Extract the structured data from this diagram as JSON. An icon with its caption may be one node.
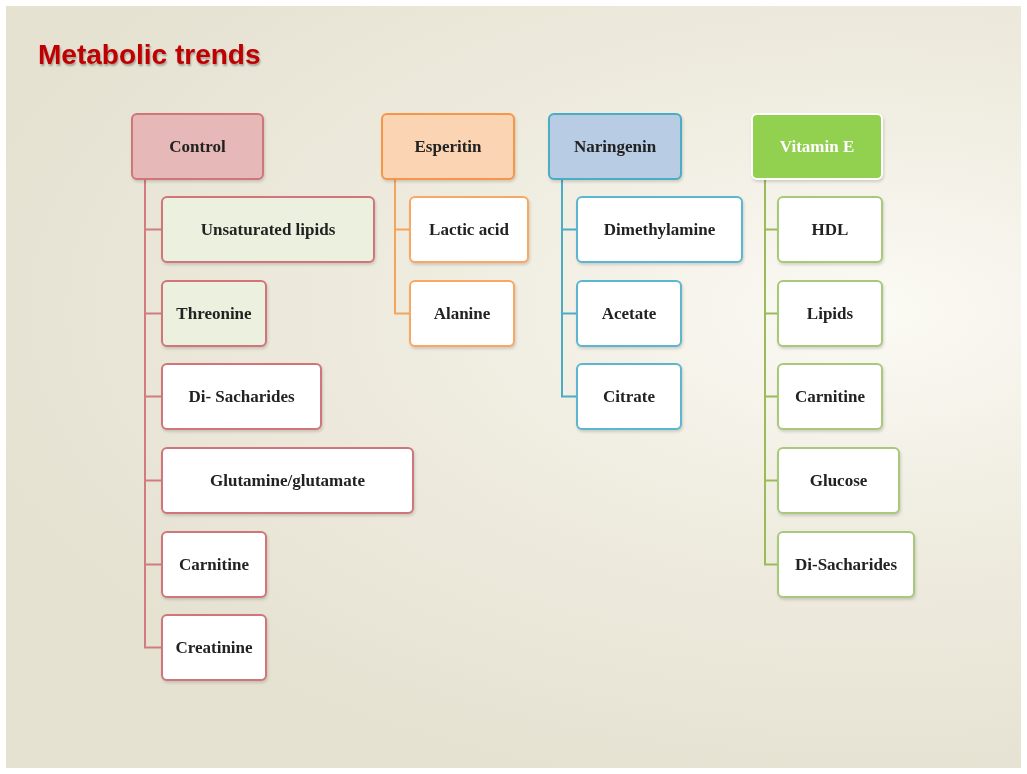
{
  "diagram": {
    "title": "Metabolic trends",
    "nodes": [
      {
        "text": [
          "Control"
        ]
      },
      {
        "text": [
          "Unsaturated lipids"
        ]
      },
      {
        "text": [
          "Threonine"
        ]
      },
      {
        "text": [
          "Di- Sacharides"
        ]
      },
      {
        "text": [
          "Glutamine/glutamate"
        ]
      },
      {
        "text": [
          "Carnitine"
        ]
      },
      {
        "text": [
          "Creatinine"
        ]
      },
      {
        "text": [
          "Esperitin"
        ]
      },
      {
        "text": [
          "Lactic acid"
        ]
      },
      {
        "text": [
          "Alanine"
        ]
      },
      {
        "text": [
          "Naringenin"
        ]
      },
      {
        "text": [
          "Dimethylamine"
        ]
      },
      {
        "text": [
          "Acetate"
        ]
      },
      {
        "text": [
          "Citrate"
        ]
      },
      {
        "text": [
          "Vitamin E"
        ]
      },
      {
        "text": [
          "HDL"
        ]
      },
      {
        "text": [
          "Lipids"
        ]
      },
      {
        "text": [
          "Carnitine"
        ]
      },
      {
        "text": [
          "Glucose"
        ]
      },
      {
        "text": [
          "Di-Sacharides"
        ]
      }
    ],
    "edges": [
      {
        "from": 0,
        "to": 1,
        "arrow": "none",
        "color": "#d07c80"
      },
      {
        "from": 0,
        "to": 2,
        "arrow": "none",
        "color": "#d07c80"
      },
      {
        "from": 0,
        "to": 3,
        "arrow": "none",
        "color": "#d07c80"
      },
      {
        "from": 0,
        "to": 4,
        "arrow": "none",
        "color": "#d07c80"
      },
      {
        "from": 0,
        "to": 5,
        "arrow": "none",
        "color": "#d07c80"
      },
      {
        "from": 0,
        "to": 6,
        "arrow": "none",
        "color": "#d07c80"
      },
      {
        "from": 7,
        "to": 8,
        "arrow": "none",
        "color": "#f5a55a"
      },
      {
        "from": 7,
        "to": 9,
        "arrow": "none",
        "color": "#f5a55a"
      },
      {
        "from": 10,
        "to": 11,
        "arrow": "none",
        "color": "#4bacc6"
      },
      {
        "from": 10,
        "to": 12,
        "arrow": "none",
        "color": "#4bacc6"
      },
      {
        "from": 10,
        "to": 13,
        "arrow": "none",
        "color": "#4bacc6"
      },
      {
        "from": 14,
        "to": 15,
        "arrow": "none",
        "color": "#9bbb59"
      },
      {
        "from": 14,
        "to": 16,
        "arrow": "none",
        "color": "#9bbb59"
      },
      {
        "from": 14,
        "to": 17,
        "arrow": "none",
        "color": "#9bbb59"
      },
      {
        "from": 14,
        "to": 18,
        "arrow": "none",
        "color": "#9bbb59"
      },
      {
        "from": 14,
        "to": 19,
        "arrow": "none",
        "color": "#9bbb59"
      }
    ]
  }
}
